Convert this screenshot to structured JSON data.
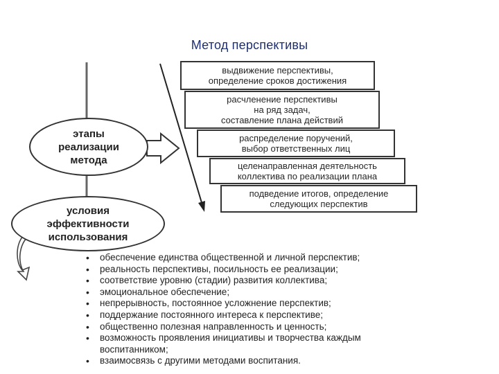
{
  "title": "Метод перспективы",
  "stages_oval": {
    "lines": [
      "этапы",
      "реализации",
      "метода"
    ]
  },
  "conditions_oval": {
    "lines": [
      "условия",
      "эффективности",
      "использования"
    ]
  },
  "steps": [
    {
      "lines": [
        "выдвижение перспективы,",
        "определение сроков достижения"
      ]
    },
    {
      "lines": [
        "расчленение перспективы",
        "на ряд задач,",
        "составление плана действий"
      ]
    },
    {
      "lines": [
        "распределение поручений,",
        "выбор ответственных лиц"
      ]
    },
    {
      "lines": [
        "целенаправленная деятельность",
        "коллектива по реализации плана"
      ]
    },
    {
      "lines": [
        "подведение итогов, определение",
        "следующих перспектив"
      ]
    }
  ],
  "conditions": [
    "обеспечение единства общественной и личной перспектив;",
    "реальность перспективы, посильность ее реализации;",
    "соответствие уровню (стадии) развития коллектива;",
    "эмоциональное обеспечение;",
    "непрерывность, постоянное усложнение перспектив;",
    "поддержание постоянного интереса к перспективе;",
    "общественно полезная направленность и ценность;",
    "возможность проявления инициативы и творчества каждым воспитанником;",
    "взаимосвязь с другими методами воспитания."
  ]
}
